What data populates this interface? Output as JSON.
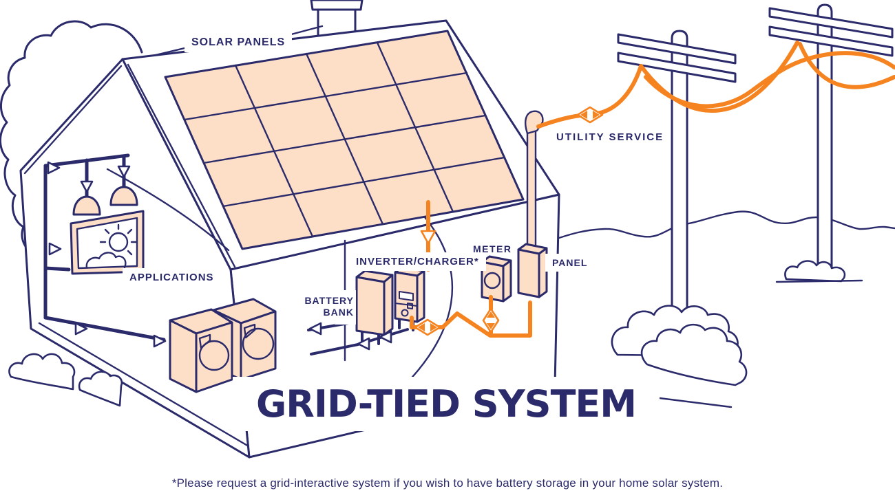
{
  "title": "GRID-TIED SYSTEM",
  "footnote": "*Please request a grid-interactive system if you wish to have battery storage in your home solar system.",
  "labels": {
    "solar_panels": "SOLAR PANELS",
    "utility_service": "UTILITY SERVICE",
    "applications": "APPLICATIONS",
    "battery_bank_line1": "BATTERY",
    "battery_bank_line2": "BANK",
    "inverter_charger": "INVERTER/CHARGER*",
    "meter": "METER",
    "panel": "PANEL"
  },
  "colors": {
    "navy": "#2b2a6b",
    "orange": "#f5831f",
    "peach": "#fcdfc6",
    "white": "#ffffff"
  },
  "scene": {
    "type": "isometric cutaway infographic of a grid-tied home solar system",
    "components": [
      "tree outline",
      "house cutaway",
      "chimney",
      "solar panel array 4x4",
      "pendant lamps",
      "television",
      "washer",
      "dryer",
      "battery bank",
      "inverter/charger",
      "electric meter",
      "service panel",
      "weatherhead and conduit",
      "two utility poles",
      "sagging power lines",
      "bushes",
      "wavy horizon line"
    ],
    "flow_arrows": [
      "solar panels down to inverter/charger",
      "inverter output bidirectional",
      "meter drop bidirectional",
      "service wire to utility pole bidirectional",
      "wiring to lamps, tv and laundry appliances"
    ]
  }
}
